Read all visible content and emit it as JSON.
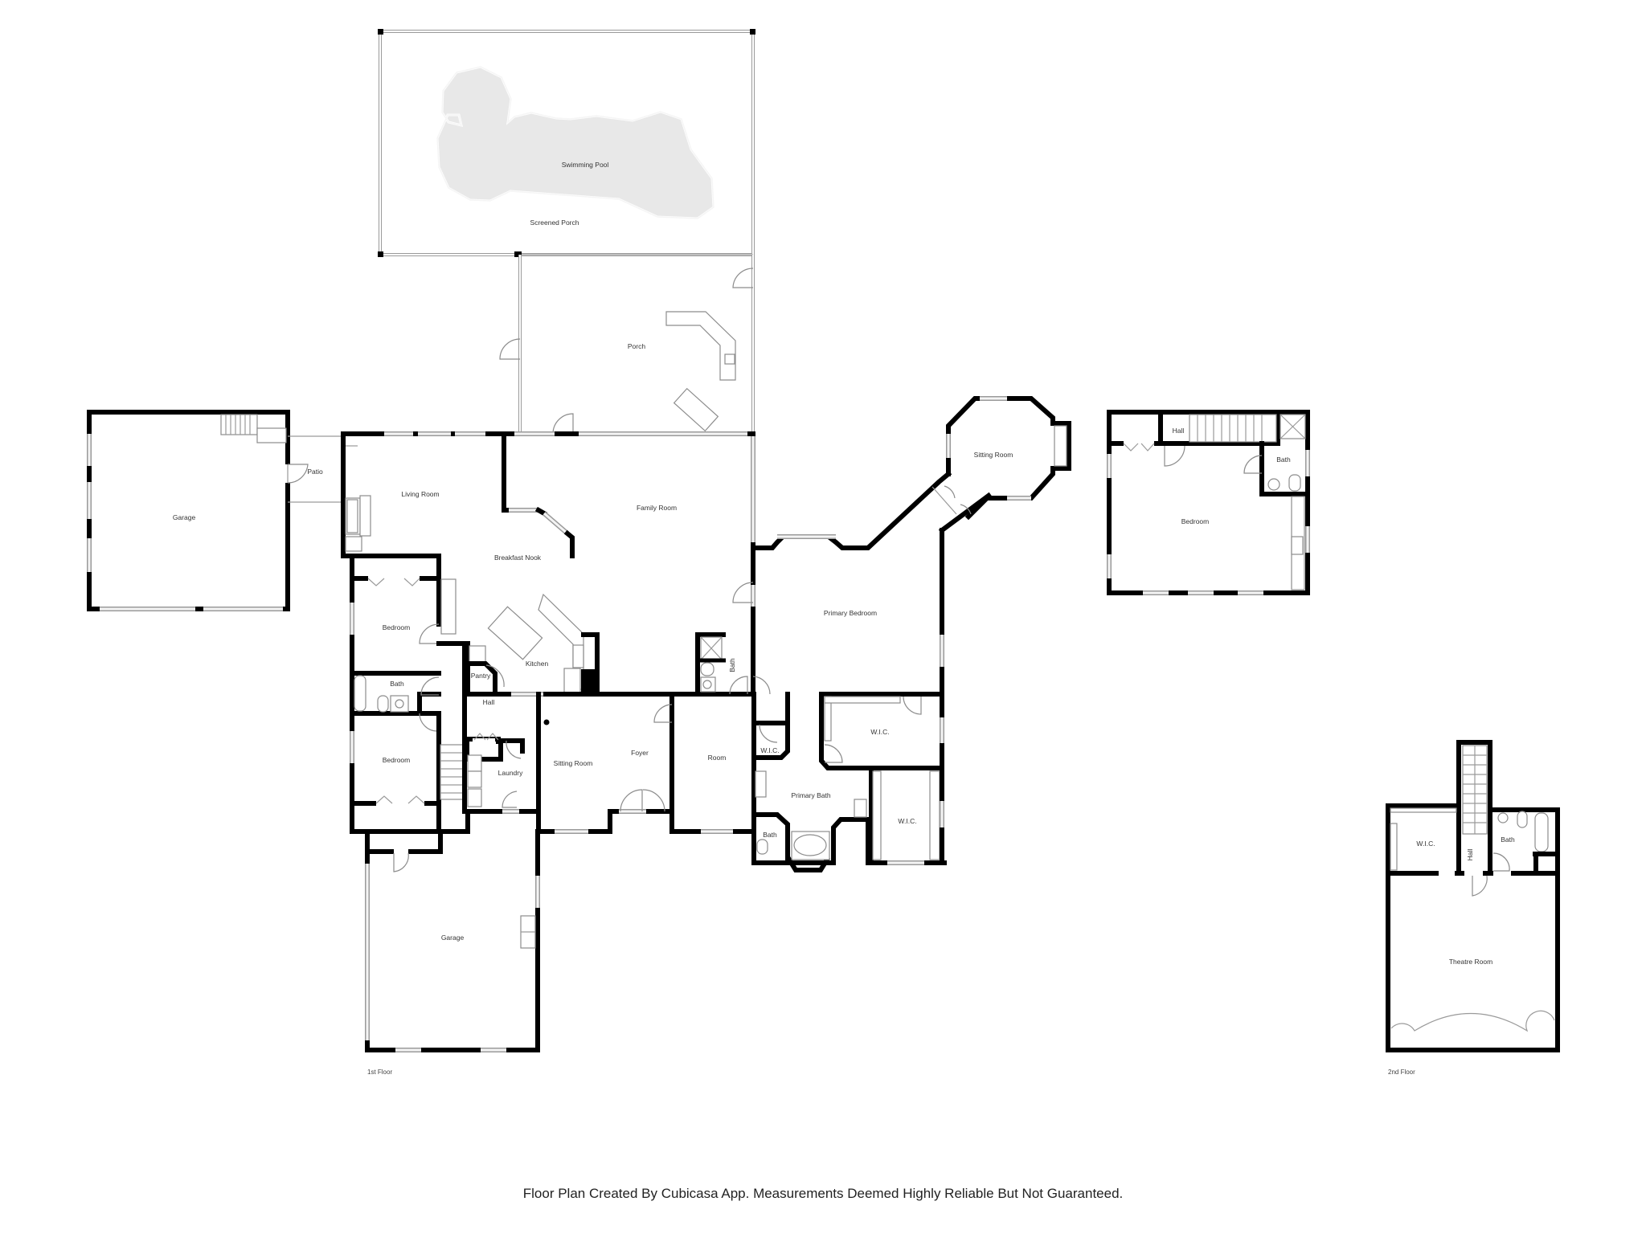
{
  "floorplan": {
    "floors": [
      {
        "label": "1st Floor",
        "rooms": [
          {
            "name": "Swimming Pool"
          },
          {
            "name": "Screened Porch"
          },
          {
            "name": "Porch"
          },
          {
            "name": "Garage"
          },
          {
            "name": "Patio"
          },
          {
            "name": "Living Room"
          },
          {
            "name": "Family Room"
          },
          {
            "name": "Breakfast Nook"
          },
          {
            "name": "Sitting Room"
          },
          {
            "name": "Hall"
          },
          {
            "name": "Bath"
          },
          {
            "name": "Bedroom"
          },
          {
            "name": "Primary Bedroom"
          },
          {
            "name": "Bedroom"
          },
          {
            "name": "Kitchen"
          },
          {
            "name": "Pantry"
          },
          {
            "name": "Bath"
          },
          {
            "name": "Bath"
          },
          {
            "name": "Hall"
          },
          {
            "name": "Foyer"
          },
          {
            "name": "Room"
          },
          {
            "name": "W.I.C."
          },
          {
            "name": "W.I.C."
          },
          {
            "name": "Bedroom"
          },
          {
            "name": "Sitting Room"
          },
          {
            "name": "Laundry"
          },
          {
            "name": "Primary Bath"
          },
          {
            "name": "W.I.C."
          },
          {
            "name": "Bath"
          },
          {
            "name": "Garage"
          }
        ]
      },
      {
        "label": "2nd Floor",
        "rooms": [
          {
            "name": "W.I.C."
          },
          {
            "name": "Bath"
          },
          {
            "name": "Hall"
          },
          {
            "name": "Theatre Room"
          }
        ]
      }
    ],
    "footer": "Floor Plan Created By Cubicasa App. Measurements Deemed Highly Reliable But Not Guaranteed.",
    "colors": {
      "wall": "#000000",
      "background": "#ffffff",
      "pool_fill": "#e8e8e8",
      "fixture_line": "#8c8c8c",
      "label_text": "#333333"
    }
  }
}
